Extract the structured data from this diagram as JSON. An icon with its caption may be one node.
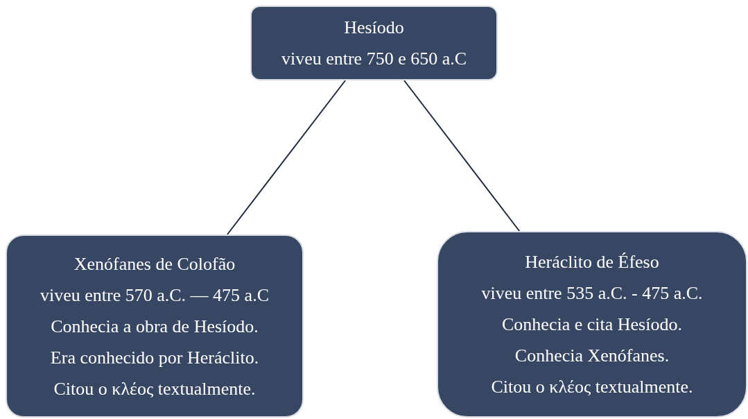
{
  "diagram": {
    "nodes": [
      {
        "text": [
          "Hesíodo",
          "viveu entre 750 e 650 a.C"
        ]
      },
      {
        "text": [
          "Xenófanes de Colofão",
          "viveu entre 570 a.C. — 475 a.C",
          "Conhecia a obra de Hesíodo.",
          "Era conhecido por Heráclito.",
          "Citou o κλέος textualmente."
        ]
      },
      {
        "text": [
          "Heráclito de Éfeso",
          "viveu entre 535 a.C. - 475 a.C.",
          "Conhecia e cita Hesíodo.",
          "Conhecia Xenófanes.",
          "Citou o κλέος textualmente."
        ]
      }
    ],
    "edges": [
      {
        "from": 0,
        "to": 1,
        "arrow": "none"
      },
      {
        "from": 0,
        "to": 2,
        "arrow": "none"
      }
    ]
  }
}
